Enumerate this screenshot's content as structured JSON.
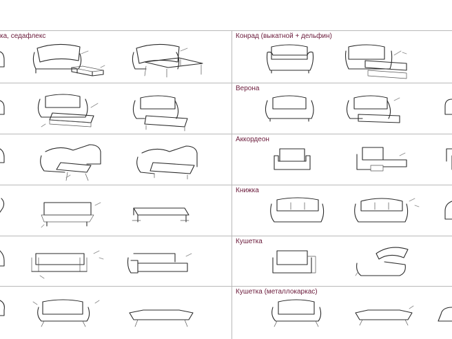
{
  "rows": [
    {
      "left": "ка, седафлекс",
      "right": "Конрад (выкатной + дельфин)"
    },
    {
      "left": "",
      "right": "Верона"
    },
    {
      "left": "",
      "right": "Аккордеон"
    },
    {
      "left": "",
      "right": "Книжка"
    },
    {
      "left": "",
      "right": "Кушетка"
    },
    {
      "left": "",
      "right": "Кушетка (металлокаркас)"
    }
  ]
}
